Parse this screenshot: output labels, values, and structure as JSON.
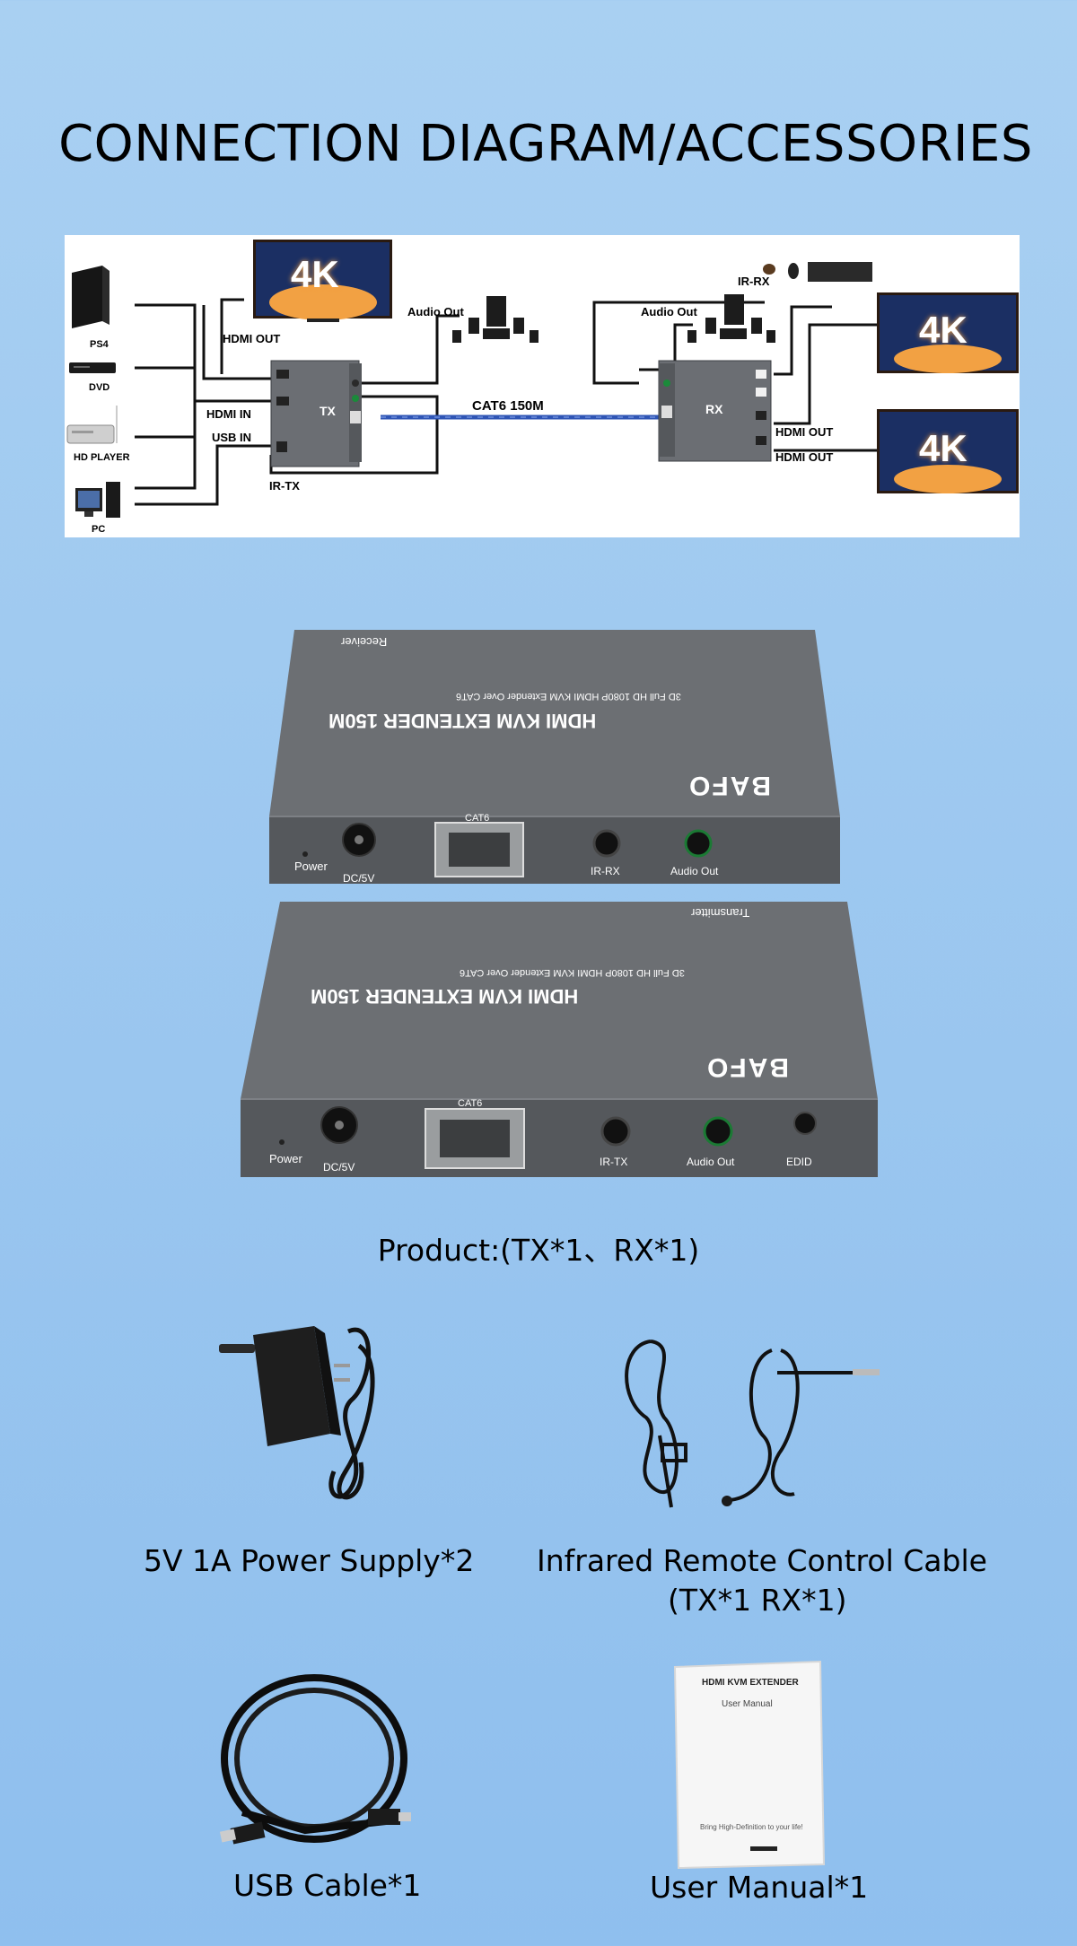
{
  "title": "CONNECTION DIAGRAM/ACCESSORIES",
  "diagram": {
    "sources": [
      "PS4",
      "DVD",
      "HD PLAYER",
      "PC"
    ],
    "labels": {
      "hdmi_out_tx": "HDMI OUT",
      "hdmi_in": "HDMI IN",
      "usb_in": "USB IN",
      "ir_tx": "IR-TX",
      "audio_out_tx": "Audio Out",
      "tx": "TX",
      "cable": "CAT6 150M",
      "rx": "RX",
      "audio_out_rx": "Audio Out",
      "ir_rx": "IR-RX",
      "hdmi_out_1": "HDMI OUT",
      "hdmi_out_2": "HDMI OUT"
    },
    "screen_text": "4K"
  },
  "receiver": {
    "brand": "BAFO",
    "model": "HDMI KVM EXTENDER 150M",
    "subtitle": "3D Full HD 1080P HDMI KVM Extender Over CAT6",
    "role": "Receiver",
    "ports": [
      "Power",
      "DC/5V",
      "CAT6",
      "IR-RX",
      "Audio Out"
    ]
  },
  "transmitter": {
    "brand": "BAFO",
    "model": "HDMI KVM EXTENDER 150M",
    "subtitle": "3D Full HD 1080P HDMI KVM Extender Over CAT6",
    "role": "Transmitter",
    "ports": [
      "Power",
      "DC/5V",
      "CAT6",
      "IR-TX",
      "Audio Out",
      "EDID"
    ]
  },
  "product_caption": "Product:(TX*1、RX*1)",
  "accessories": [
    {
      "label": "5V 1A Power Supply*2"
    },
    {
      "label": "Infrared Remote Control Cable",
      "label2": "(TX*1 RX*1)"
    },
    {
      "label": "USB Cable*1"
    },
    {
      "label": "User Manual*1"
    }
  ],
  "manual": {
    "heading": "HDMI KVM EXTENDER",
    "subheading": "User Manual",
    "tagline": "Bring High-Definition to your life!"
  },
  "colors": {
    "background": "#9ac6ef",
    "device_body": "#5f6266",
    "cable_blue": "#2f55b5"
  }
}
